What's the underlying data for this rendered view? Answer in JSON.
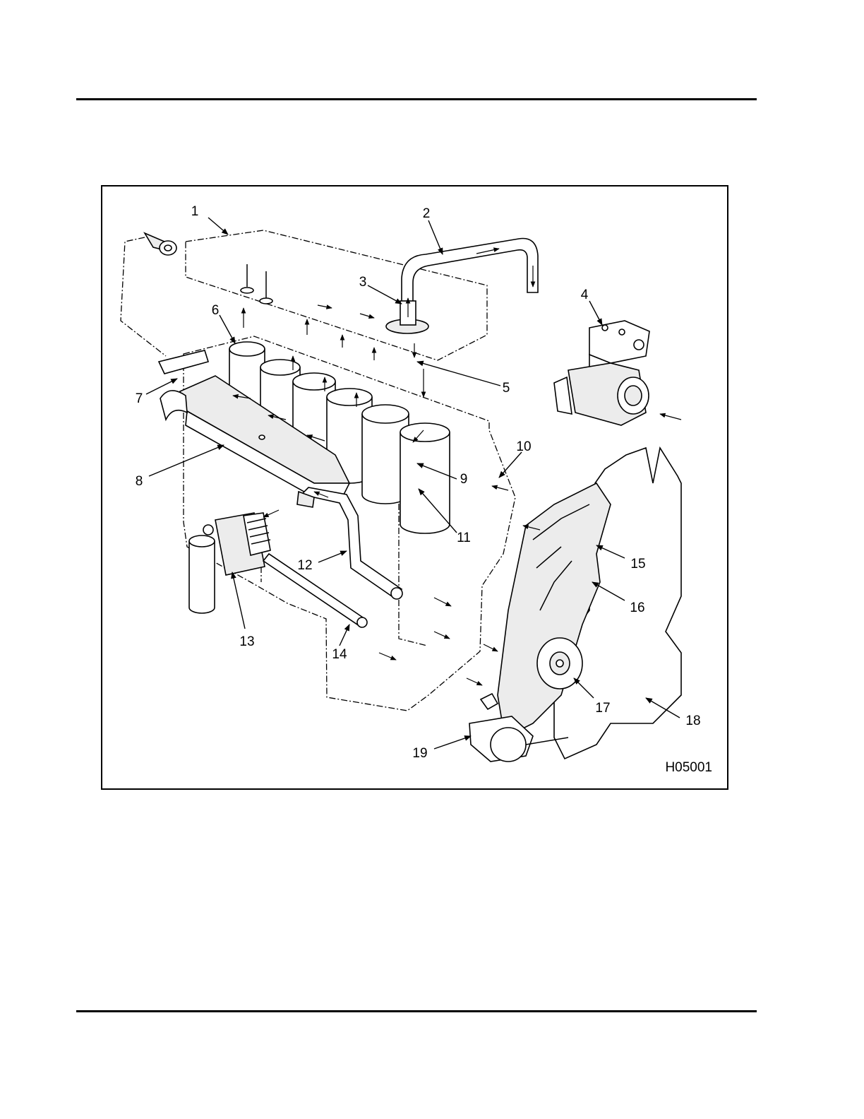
{
  "figure": {
    "figure_id": "H05001",
    "callouts": [
      {
        "id": "callout-1",
        "label": "1"
      },
      {
        "id": "callout-2",
        "label": "2"
      },
      {
        "id": "callout-3",
        "label": "3"
      },
      {
        "id": "callout-4",
        "label": "4"
      },
      {
        "id": "callout-5",
        "label": "5"
      },
      {
        "id": "callout-6",
        "label": "6"
      },
      {
        "id": "callout-7",
        "label": "7"
      },
      {
        "id": "callout-8",
        "label": "8"
      },
      {
        "id": "callout-9",
        "label": "9"
      },
      {
        "id": "callout-10",
        "label": "10"
      },
      {
        "id": "callout-11",
        "label": "11"
      },
      {
        "id": "callout-12",
        "label": "12"
      },
      {
        "id": "callout-13",
        "label": "13"
      },
      {
        "id": "callout-14",
        "label": "14"
      },
      {
        "id": "callout-15",
        "label": "15"
      },
      {
        "id": "callout-16",
        "label": "16"
      },
      {
        "id": "callout-17",
        "label": "17"
      },
      {
        "id": "callout-18",
        "label": "18"
      },
      {
        "id": "callout-19",
        "label": "19"
      }
    ]
  }
}
